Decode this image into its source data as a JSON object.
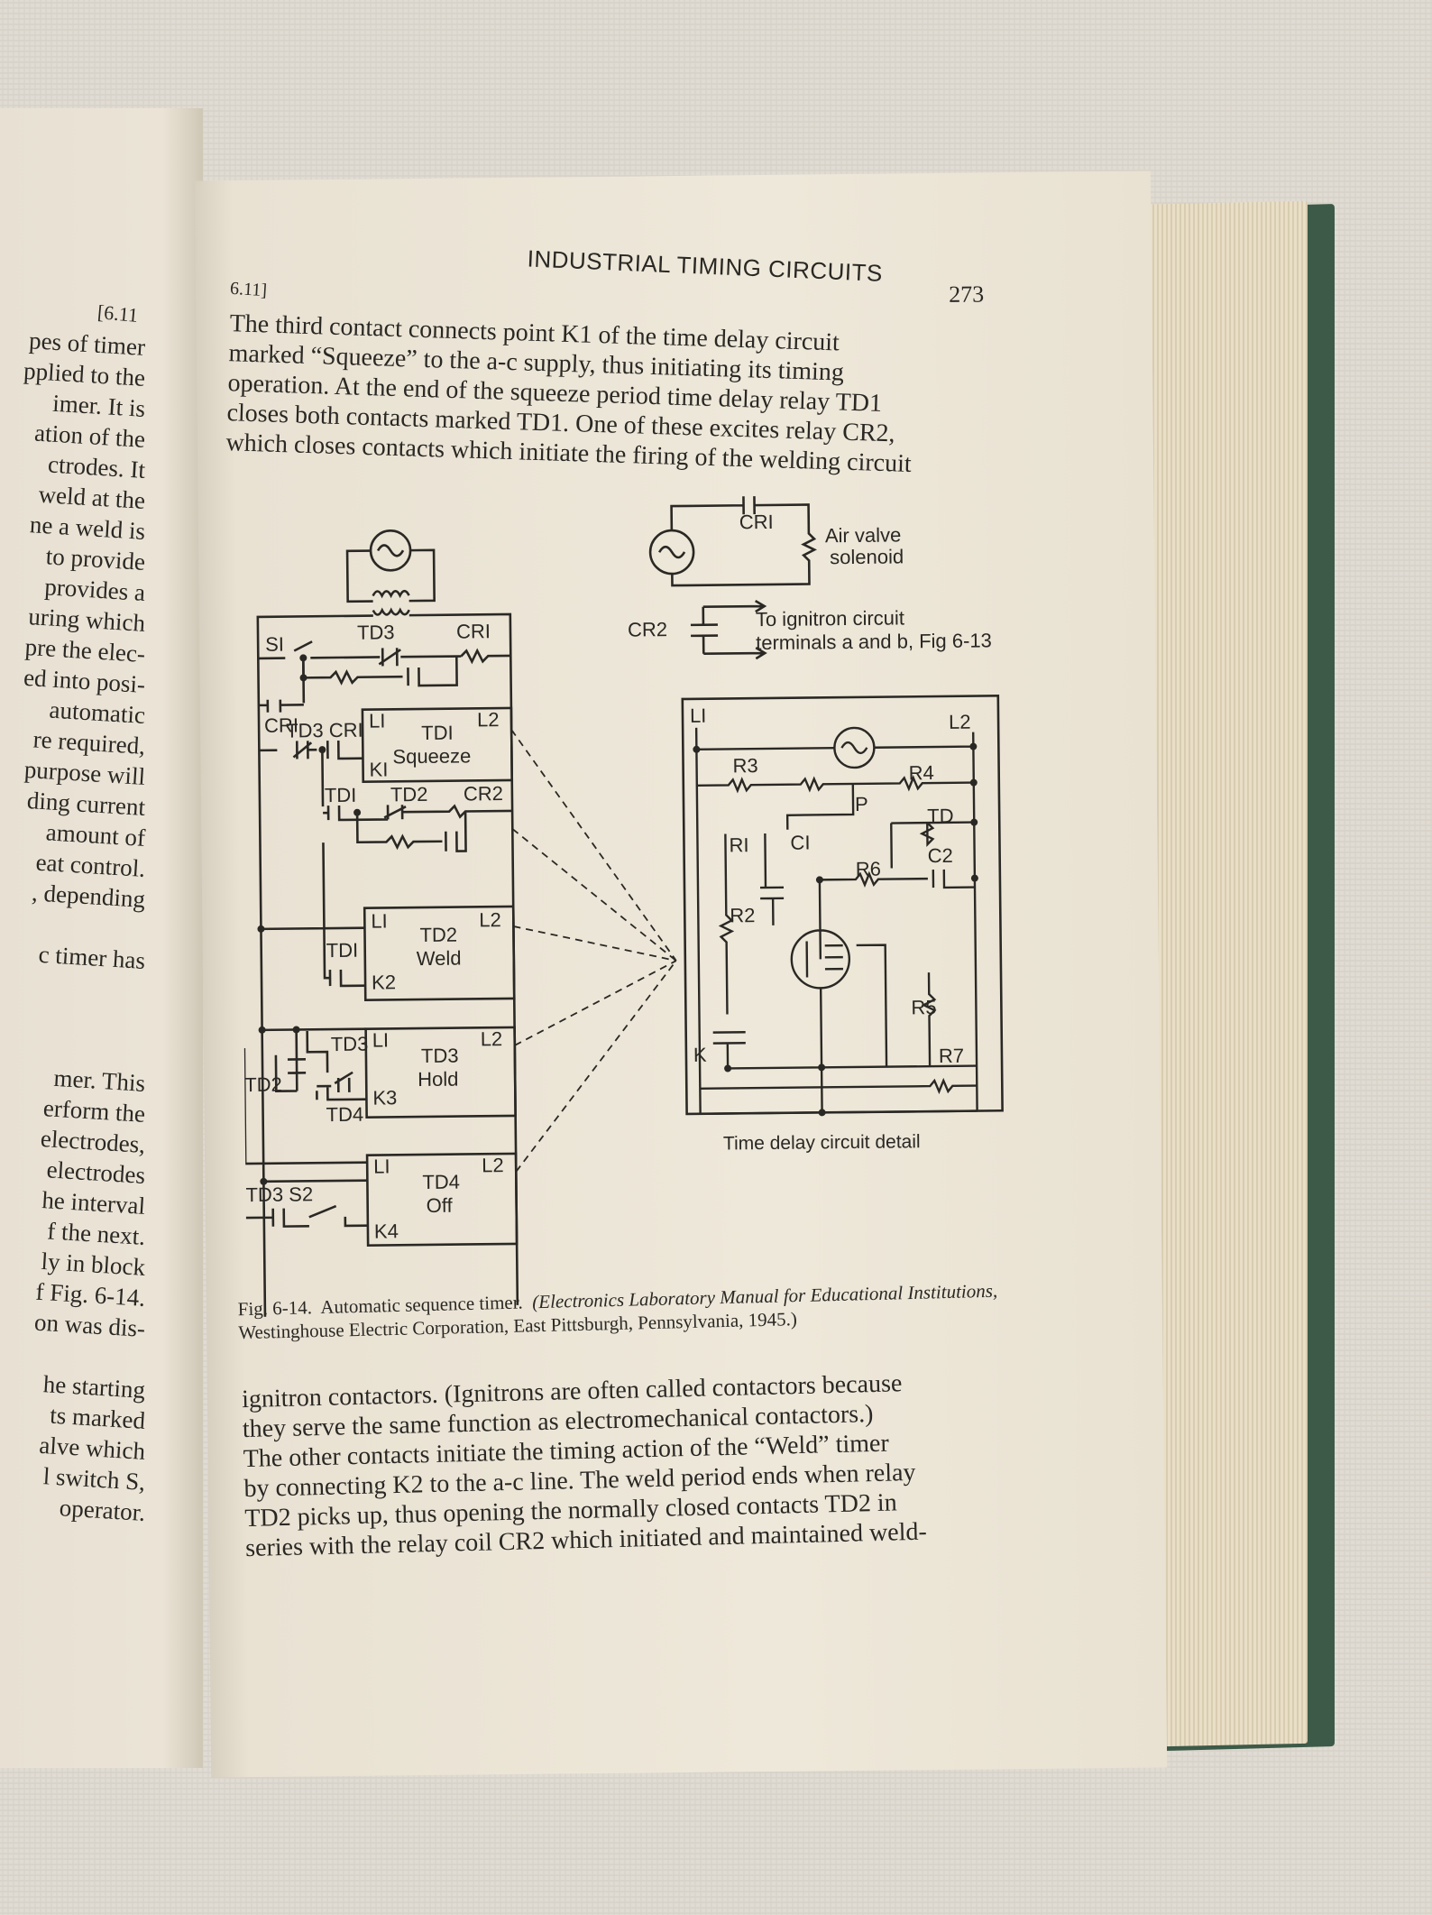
{
  "left_page": {
    "header": "[6.11",
    "lines": [
      "pes of timer",
      "pplied to the",
      "imer.  It is",
      "ation of the",
      "ctrodes.  It",
      "weld at the",
      "ne a weld is",
      "to provide",
      "provides a",
      "uring which",
      "pre the elec-",
      "ed into posi-",
      "automatic",
      "re required,",
      "purpose will",
      "ding current",
      "amount of",
      "eat control.",
      ", depending",
      "",
      "c timer has",
      "",
      "",
      "",
      "mer.  This",
      "erform the",
      "electrodes,",
      "electrodes",
      "he interval",
      "f the next.",
      "ly in block",
      "f Fig. 6-14.",
      "on was dis-",
      "",
      "he starting",
      "ts marked",
      "alve which",
      "l switch S,",
      "operator."
    ]
  },
  "right_page": {
    "section_ref": "6.11]",
    "running_head": "INDUSTRIAL TIMING CIRCUITS",
    "page_number": "273",
    "para1": [
      "The third contact connects point K1 of the time delay circuit",
      "marked “Squeeze” to the a-c supply, thus initiating its timing",
      "operation.  At the end of the squeeze period time delay relay TD1",
      "closes both contacts marked TD1.  One of these excites relay CR2,",
      "which closes contacts which initiate the firing of the welding circuit"
    ],
    "caption": {
      "fig": "Fig. 6-14.",
      "title": "Automatic sequence timer.",
      "source_italic": "(Electronics Laboratory Manual for Educational Institutions,",
      "source_rest": "Westinghouse Electric Corporation, East Pittsburgh, Pennsylvania, 1945.)"
    },
    "para2": [
      "ignitron contactors.  (Ignitrons are often called contactors because",
      "they serve the same function as electromechanical contactors.)",
      "The other contacts initiate the timing action of the “Weld” timer",
      "by connecting K2 to the a-c line.  The weld period ends when relay",
      "TD2 picks up, thus opening the normally closed contacts TD2 in",
      "series with the relay coil CR2 which initiated and maintained weld-"
    ]
  },
  "diagram": {
    "labels": {
      "s1": "SI",
      "td3_top": "TD3",
      "cr1_top": "CRI",
      "cr1_left": "CRI",
      "td3_cr1": "TD3 CRI",
      "td1_box_title": "TDI",
      "td1_box_sub": "Squeeze",
      "l1": "LI",
      "l2": "L2",
      "k1": "KI",
      "k2": "K2",
      "k3": "K3",
      "k4": "K4",
      "td1_contact": "TDI",
      "td2_contact": "TD2",
      "cr2_coil": "CR2",
      "td2_box_title": "TD2",
      "td2_box_sub": "Weld",
      "td1_contact2": "TDI",
      "td3_box_title": "TD3",
      "td3_box_sub": "Hold",
      "td3_contact": "TD3",
      "td2_left": "TD2",
      "td4_contact": "TD4",
      "td4_box_title": "TD4",
      "td4_box_sub": "Off",
      "td3_s2": "TD3  S2",
      "cr1_solenoid": "CRI",
      "air_valve": "Air valve",
      "solenoid": "solenoid",
      "cr2_label": "CR2",
      "ignitron_1": "To ignitron circuit",
      "ignitron_2": "terminals a and b, Fig 6-13",
      "detail_l1": "LI",
      "detail_l2": "L2",
      "r3": "R3",
      "r4": "R4",
      "p": "P",
      "td": "TD",
      "r1": "RI",
      "c1": "CI",
      "r6": "R6",
      "c2": "C2",
      "r2": "R2",
      "r5": "R5",
      "k": "K",
      "r7": "R7",
      "detail_title": "Time delay circuit detail"
    }
  }
}
